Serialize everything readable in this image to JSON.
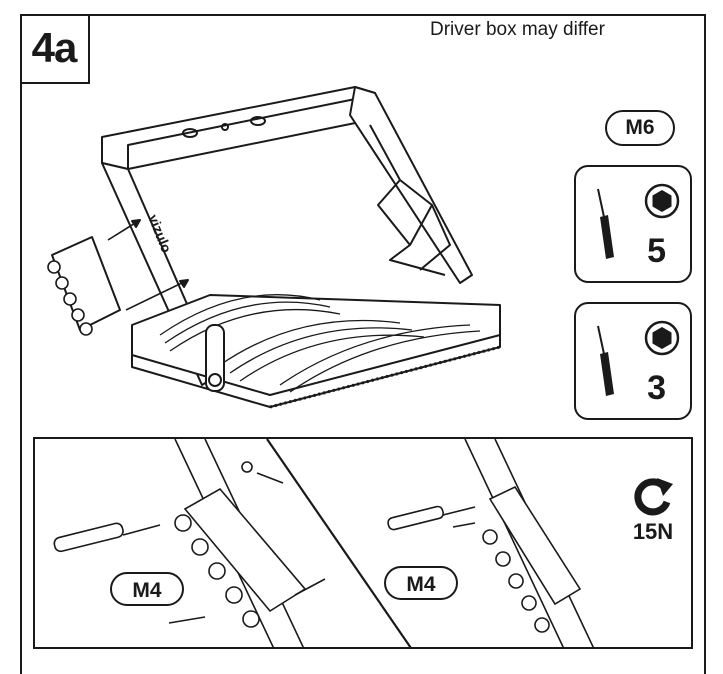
{
  "step": {
    "label": "4a"
  },
  "note": "Driver box may differ",
  "brand_mark": "vizulo",
  "screw_spec": {
    "main": "M6",
    "detail_left": "M4",
    "detail_right": "M4"
  },
  "tools": [
    {
      "icon": "screwdriver-hex-icon",
      "size": "5"
    },
    {
      "icon": "screwdriver-hex-icon",
      "size": "3"
    }
  ],
  "torque": {
    "icon": "tighten-arrow-icon",
    "value": "15N"
  }
}
